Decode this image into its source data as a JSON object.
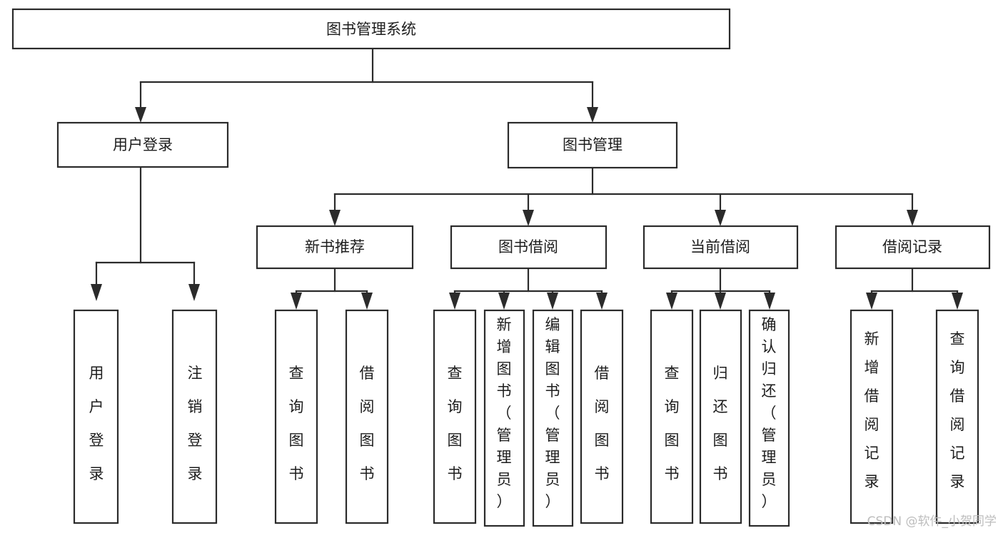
{
  "diagram": {
    "title": "图书管理系统",
    "type": "hierarchy-tree",
    "orientation": "top-down",
    "levels": 4,
    "root": {
      "id": "root",
      "label": "图书管理系统",
      "label_orientation": "horizontal"
    },
    "level2": [
      {
        "id": "user-login",
        "label": "用户登录",
        "label_orientation": "horizontal"
      },
      {
        "id": "book-manage",
        "label": "图书管理",
        "label_orientation": "horizontal"
      }
    ],
    "level3": [
      {
        "id": "new-book-recommend",
        "label": "新书推荐",
        "label_orientation": "horizontal",
        "parent": "book-manage"
      },
      {
        "id": "book-borrow",
        "label": "图书借阅",
        "label_orientation": "horizontal",
        "parent": "book-manage"
      },
      {
        "id": "current-borrow",
        "label": "当前借阅",
        "label_orientation": "horizontal",
        "parent": "book-manage"
      },
      {
        "id": "borrow-record",
        "label": "借阅记录",
        "label_orientation": "horizontal",
        "parent": "book-manage"
      }
    ],
    "leaves": {
      "user-login": [
        {
          "id": "leaf-user-login",
          "lines": [
            "用",
            "户",
            "登",
            "录"
          ],
          "label": "用户登录"
        },
        {
          "id": "leaf-user-logout",
          "lines": [
            "注",
            "销",
            "登",
            "录"
          ],
          "label": "注销登录"
        }
      ],
      "new-book-recommend": [
        {
          "id": "leaf-query-book-1",
          "lines": [
            "查",
            "询",
            "图",
            "书"
          ],
          "label": "查询图书"
        },
        {
          "id": "leaf-borrow-book-1",
          "lines": [
            "借",
            "阅",
            "图",
            "书"
          ],
          "label": "借阅图书"
        }
      ],
      "book-borrow": [
        {
          "id": "leaf-query-book-2",
          "lines": [
            "查",
            "询",
            "图",
            "书"
          ],
          "label": "查询图书"
        },
        {
          "id": "leaf-add-book-admin",
          "lines": [
            "新",
            "增",
            "图",
            "书",
            "（",
            "管",
            "理",
            "员",
            "）"
          ],
          "label": "新增图书（管理员）"
        },
        {
          "id": "leaf-edit-book-admin",
          "lines": [
            "编",
            "辑",
            "图",
            "书",
            "（",
            "管",
            "理",
            "员",
            "）"
          ],
          "label": "编辑图书（管理员）"
        },
        {
          "id": "leaf-borrow-book-2",
          "lines": [
            "借",
            "阅",
            "图",
            "书"
          ],
          "label": "借阅图书"
        }
      ],
      "current-borrow": [
        {
          "id": "leaf-query-book-3",
          "lines": [
            "查",
            "询",
            "图",
            "书"
          ],
          "label": "查询图书"
        },
        {
          "id": "leaf-return-book",
          "lines": [
            "归",
            "还",
            "图",
            "书"
          ],
          "label": "归还图书"
        },
        {
          "id": "leaf-confirm-return-admin",
          "lines": [
            "确",
            "认",
            "归",
            "还",
            "（",
            "管",
            "理",
            "员",
            "）"
          ],
          "label": "确认归还（管理员）"
        }
      ],
      "borrow-record": [
        {
          "id": "leaf-add-borrow-record",
          "lines": [
            "新",
            "增",
            "借",
            "阅",
            "记",
            "录"
          ],
          "label": "新增借阅记录"
        },
        {
          "id": "leaf-query-borrow-record",
          "lines": [
            "查",
            "询",
            "借",
            "阅",
            "记",
            "录"
          ],
          "label": "查询借阅记录"
        }
      ]
    }
  },
  "watermark": {
    "text": "CSDN @软件_小贺同学"
  },
  "colors": {
    "stroke": "#2b2b2b",
    "fill": "#ffffff",
    "text": "#1d1d1d",
    "watermark": "#bdbdbd"
  }
}
